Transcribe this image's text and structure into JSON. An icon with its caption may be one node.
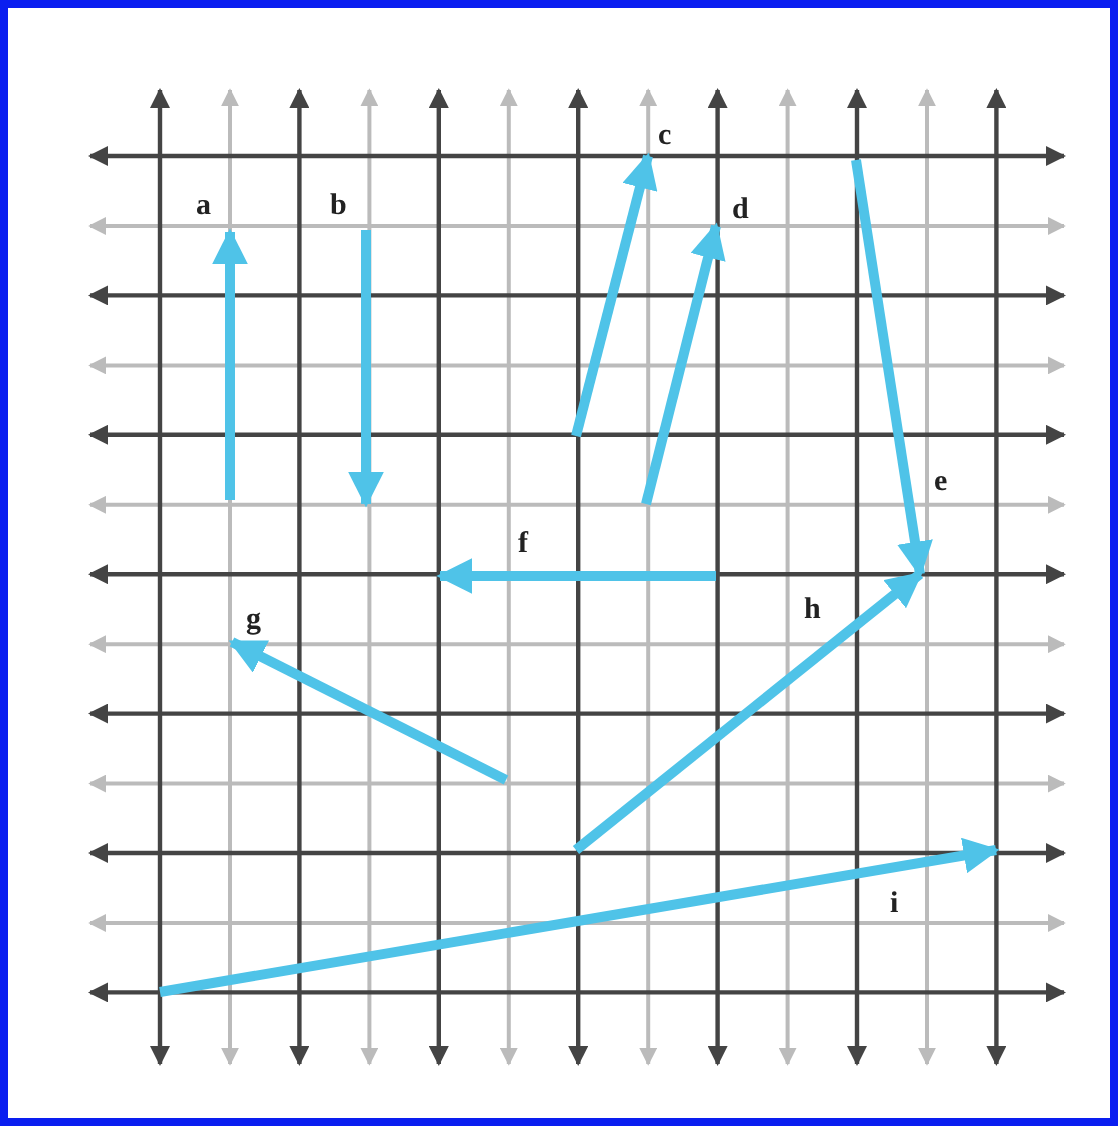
{
  "diagram": {
    "labels": [
      "c",
      "a",
      "b",
      "d",
      "e",
      "f",
      "g",
      "h",
      "i"
    ]
  }
}
